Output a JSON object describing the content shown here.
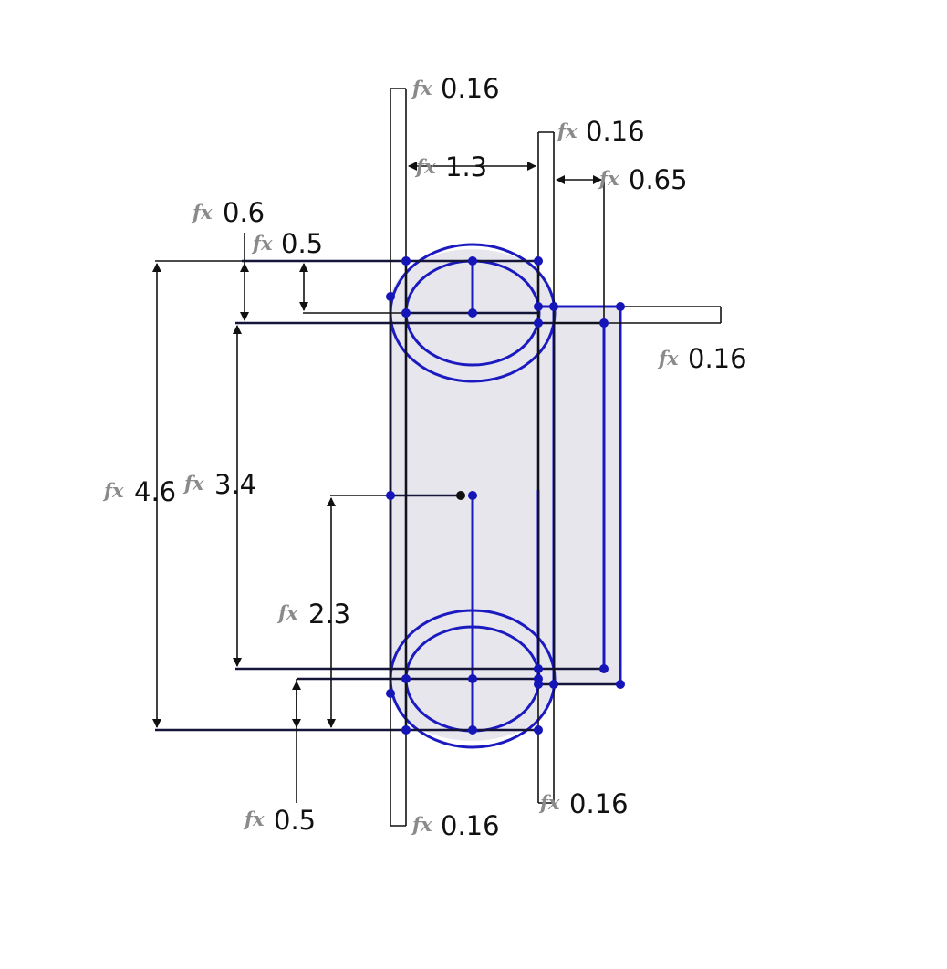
{
  "fx_symbol": "fx",
  "colors": {
    "sketch_blue": "#1a1ac0",
    "point_blue": "#1515b8",
    "region_fill": "#e6e6ec",
    "dimension_black": "#111111",
    "fx_gray": "#8a8a8a"
  },
  "dimensions": {
    "top_thickness": "0.16",
    "top_right_thickness": "0.16",
    "width": "1.3",
    "offset_right": "0.65",
    "top_outer": "0.6",
    "top_inner": "0.5",
    "right_thickness": "0.16",
    "total_height": "4.6",
    "inner_height": "3.4",
    "center_height": "2.3",
    "bottom_inner": "0.5",
    "bottom_right_thickness": "0.16",
    "bottom_thickness": "0.16"
  }
}
